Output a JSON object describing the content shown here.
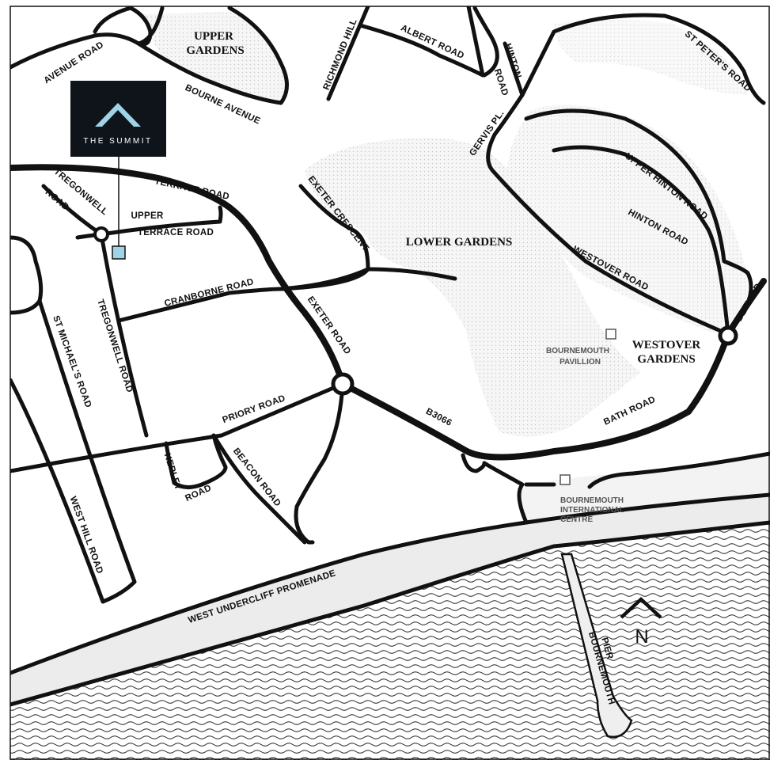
{
  "brand": {
    "name": "THE SUMMIT",
    "logo_color": "#9fd3e6",
    "box_color": "#0f141b"
  },
  "colors": {
    "road": "#111111",
    "park": "#e5e5e5",
    "promenade": "#ececec",
    "sea_line": "#222222",
    "marker": "#9fd3e6"
  },
  "areas": {
    "upper_gardens": [
      "UPPER",
      "GARDENS"
    ],
    "lower_gardens": "LOWER GARDENS",
    "westover_gardens": [
      "WESTOVER",
      "GARDENS"
    ]
  },
  "roads": {
    "avenue_road": "AVENUE ROAD",
    "bourne_avenue": "BOURNE AVENUE",
    "richmond_hill": "RICHMOND HILL",
    "albert_road": "ALBERT ROAD",
    "hinton_road_a": "HINTON",
    "hinton_road_b": "ROAD",
    "st_peters_road": "ST PETER'S ROAD",
    "gervis_pl": "GERVIS PL.",
    "upper_hinton_road": "UPPER HINTON ROAD",
    "hinton_road": "HINTON ROAD",
    "westover_road": "WESTOVER ROAD",
    "bath_rd": "BATH RD.",
    "bath_road": "BATH ROAD",
    "terrace_road": "TERRACE ROAD",
    "tregonwell_road_a": "TREGONWELL",
    "tregonwell_road_b": "ROAD",
    "upper_terrace_a": "UPPER",
    "upper_terrace_b": "TERRACE ROAD",
    "exeter_crescent": "EXETER CRESCENT",
    "cranborne_road": "CRANBORNE ROAD",
    "exeter_road": "EXETER ROAD",
    "st_michaels_road": "ST MICHAEL'S ROAD",
    "tregonwell_road": "TREGONWELL ROAD",
    "priory_road": "PRIORY ROAD",
    "b3066": "B3066",
    "kerley_road_a": "KERLEY",
    "kerley_road_b": "ROAD",
    "beacon_road": "BEACON ROAD",
    "west_hill_road": "WEST HILL ROAD",
    "west_undercliff_promenade": "WEST UNDERCLIFF PROMENADE",
    "bournemouth_pier": [
      "BOURNEMOUTH",
      "PIER"
    ]
  },
  "poi": {
    "pavillion": [
      "BOURNEMOUTH",
      "PAVILLION"
    ],
    "international_centre": [
      "BOURNEMOUTH",
      "INTERNATIONAL",
      "CENTRE"
    ]
  },
  "north": "N"
}
